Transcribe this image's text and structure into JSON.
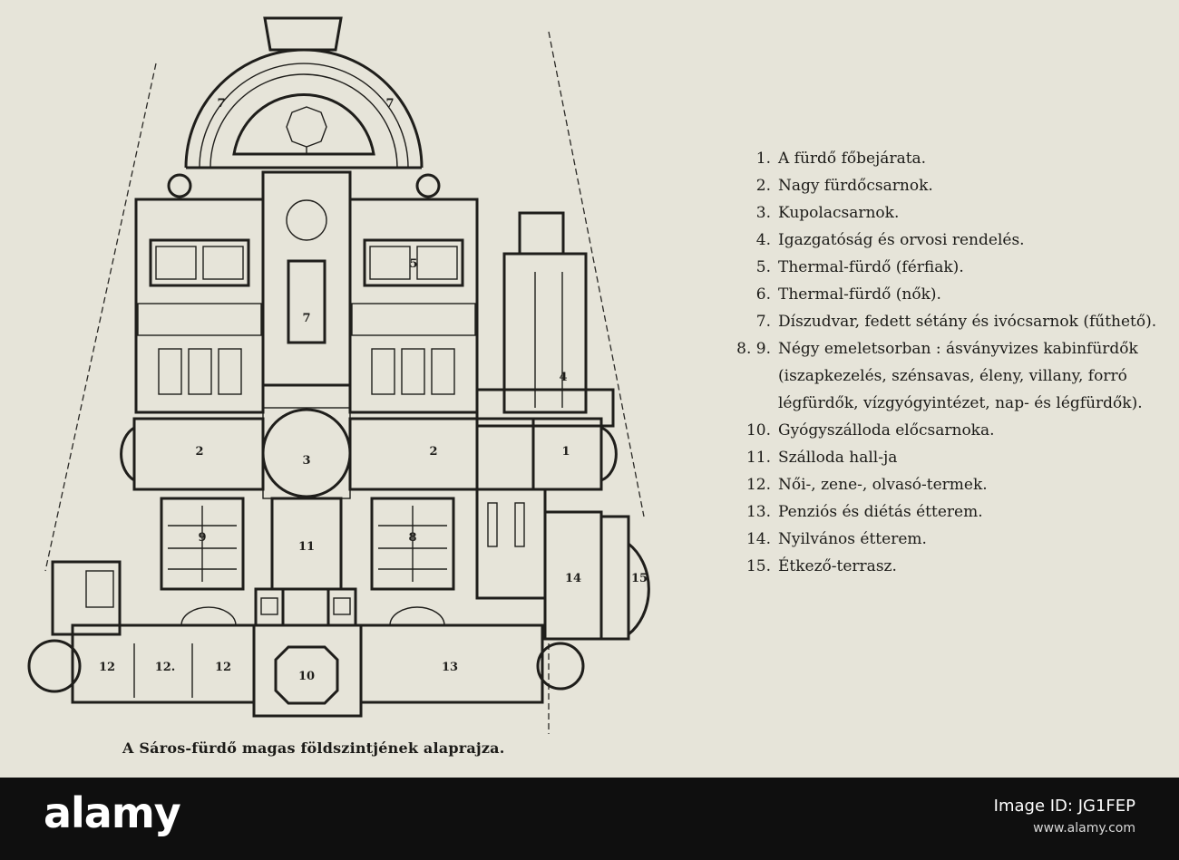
{
  "legend": [
    {
      "num": "1.",
      "text": "A fürdő főbejárata."
    },
    {
      "num": "2.",
      "text": "Nagy fürdőcsarnok."
    },
    {
      "num": "3.",
      "text": "Kupolacsarnok."
    },
    {
      "num": "4.",
      "text": "Igazgatóság és orvosi rendelés."
    },
    {
      "num": "5.",
      "text": "Thermal-fürdő (férfiak)."
    },
    {
      "num": "6.",
      "text": "Thermal-fürdő (nők)."
    },
    {
      "num": "7.",
      "text": "Díszudvar, fedett sétány és ivócsarnok (fűthető)."
    },
    {
      "num": "8. 9.",
      "text": "Négy emeletsorban : ásványvizes kabinfürdők (iszapkezelés, szénsavas, éleny, villany, forró légfürdők, vízgyógyintézet, nap- és légfürdők)."
    },
    {
      "num": "10.",
      "text": "Gyógyszálloda előcsarnoka."
    },
    {
      "num": "11.",
      "text": "Szálloda hall-ja"
    },
    {
      "num": "12.",
      "text": "Női-, zene-, olvasó-termek."
    },
    {
      "num": "13.",
      "text": "Penziós és diétás étterem."
    },
    {
      "num": "14.",
      "text": "Nyilvános étterem."
    },
    {
      "num": "15.",
      "text": "Étkező-terrasz."
    }
  ],
  "plan_labels": {
    "l7a": "7",
    "l7b": "7",
    "l7c": "7",
    "l5": "5",
    "l4": "4",
    "l2a": "2",
    "l2b": "2",
    "l3": "3",
    "l1": "1",
    "l9": "9",
    "l11": "11",
    "l8": "8",
    "l14": "14",
    "l15": "15",
    "l12a": "12",
    "l12b": "12.",
    "l12c": "12",
    "l10": "10",
    "l13": "13"
  },
  "caption": "A Sáros-fürdő magas földszintjének alaprajza.",
  "watermark": {
    "brand": "alamy",
    "image_id": "Image ID: JG1FEP",
    "site": "www.alamy.com"
  }
}
